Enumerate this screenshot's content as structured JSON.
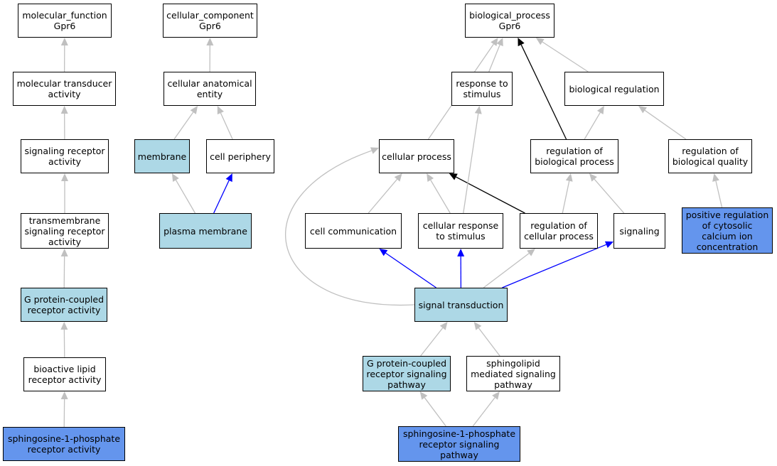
{
  "graph": {
    "colors": {
      "plain": "#ffffff",
      "light": "#add8e6",
      "dark": "#6495ed",
      "edge_gray": "#c0c0c0",
      "edge_black": "#000000",
      "edge_blue": "#0000ff"
    },
    "nodes": {
      "mf": {
        "label": "molecular_function\nGpr6",
        "style": "plain"
      },
      "mta": {
        "label": "molecular transducer\nactivity",
        "style": "plain"
      },
      "sra": {
        "label": "signaling receptor\nactivity",
        "style": "plain"
      },
      "tsra": {
        "label": "transmembrane\nsignaling receptor\nactivity",
        "style": "plain"
      },
      "gpcra": {
        "label": "G protein-coupled\nreceptor activity",
        "style": "light"
      },
      "blra": {
        "label": "bioactive lipid\nreceptor activity",
        "style": "plain"
      },
      "s1pra": {
        "label": "sphingosine-1-phosphate\nreceptor activity",
        "style": "dark"
      },
      "cc": {
        "label": "cellular_component\nGpr6",
        "style": "plain"
      },
      "cae": {
        "label": "cellular anatomical\nentity",
        "style": "plain"
      },
      "mem": {
        "label": "membrane",
        "style": "light"
      },
      "cp": {
        "label": "cell periphery",
        "style": "plain"
      },
      "pm": {
        "label": "plasma membrane",
        "style": "light"
      },
      "bp": {
        "label": "biological_process\nGpr6",
        "style": "plain"
      },
      "rts": {
        "label": "response to\nstimulus",
        "style": "plain"
      },
      "breg": {
        "label": "biological regulation",
        "style": "plain"
      },
      "cproc": {
        "label": "cellular process",
        "style": "plain"
      },
      "rbp": {
        "label": "regulation of\nbiological process",
        "style": "plain"
      },
      "rbq": {
        "label": "regulation of\nbiological quality",
        "style": "plain"
      },
      "ccomm": {
        "label": "cell communication",
        "style": "plain"
      },
      "crs": {
        "label": "cellular response\nto stimulus",
        "style": "plain"
      },
      "rcp": {
        "label": "regulation of\ncellular process",
        "style": "plain"
      },
      "sig": {
        "label": "signaling",
        "style": "plain"
      },
      "prcc": {
        "label": "positive regulation\nof cytosolic\ncalcium ion\nconcentration",
        "style": "dark"
      },
      "st": {
        "label": "signal transduction",
        "style": "light"
      },
      "gpcrsp": {
        "label": "G protein-coupled\nreceptor signaling\npathway",
        "style": "light"
      },
      "smsp": {
        "label": "sphingolipid\nmediated signaling\npathway",
        "style": "plain"
      },
      "s1psp": {
        "label": "sphingosine-1-phosphate\nreceptor signaling\npathway",
        "style": "dark"
      }
    },
    "edges": [
      {
        "from": "mta",
        "to": "mf",
        "color": "gray"
      },
      {
        "from": "sra",
        "to": "mta",
        "color": "gray"
      },
      {
        "from": "tsra",
        "to": "sra",
        "color": "gray"
      },
      {
        "from": "gpcra",
        "to": "tsra",
        "color": "gray"
      },
      {
        "from": "blra",
        "to": "gpcra",
        "color": "gray"
      },
      {
        "from": "s1pra",
        "to": "blra",
        "color": "gray"
      },
      {
        "from": "cae",
        "to": "cc",
        "color": "gray"
      },
      {
        "from": "mem",
        "to": "cae",
        "color": "gray"
      },
      {
        "from": "cp",
        "to": "cae",
        "color": "gray"
      },
      {
        "from": "pm",
        "to": "mem",
        "color": "gray"
      },
      {
        "from": "pm",
        "to": "cp",
        "color": "blue"
      },
      {
        "from": "cproc",
        "to": "bp",
        "color": "gray"
      },
      {
        "from": "rts",
        "to": "bp",
        "color": "gray"
      },
      {
        "from": "rbp",
        "to": "bp",
        "color": "black"
      },
      {
        "from": "breg",
        "to": "bp",
        "color": "gray"
      },
      {
        "from": "rbp",
        "to": "breg",
        "color": "gray"
      },
      {
        "from": "rbq",
        "to": "breg",
        "color": "gray"
      },
      {
        "from": "crs",
        "to": "rts",
        "color": "gray"
      },
      {
        "from": "ccomm",
        "to": "cproc",
        "color": "gray"
      },
      {
        "from": "crs",
        "to": "cproc",
        "color": "gray"
      },
      {
        "from": "rcp",
        "to": "cproc",
        "color": "black"
      },
      {
        "from": "rcp",
        "to": "rbp",
        "color": "gray"
      },
      {
        "from": "sig",
        "to": "rbp",
        "color": "gray"
      },
      {
        "from": "prcc",
        "to": "rbq",
        "color": "gray"
      },
      {
        "from": "st",
        "to": "cproc",
        "color": "gray"
      },
      {
        "from": "st",
        "to": "ccomm",
        "color": "blue"
      },
      {
        "from": "st",
        "to": "crs",
        "color": "blue"
      },
      {
        "from": "st",
        "to": "rcp",
        "color": "gray"
      },
      {
        "from": "st",
        "to": "sig",
        "color": "blue"
      },
      {
        "from": "gpcrsp",
        "to": "st",
        "color": "gray"
      },
      {
        "from": "smsp",
        "to": "st",
        "color": "gray"
      },
      {
        "from": "s1psp",
        "to": "gpcrsp",
        "color": "gray"
      },
      {
        "from": "s1psp",
        "to": "smsp",
        "color": "gray"
      }
    ]
  }
}
